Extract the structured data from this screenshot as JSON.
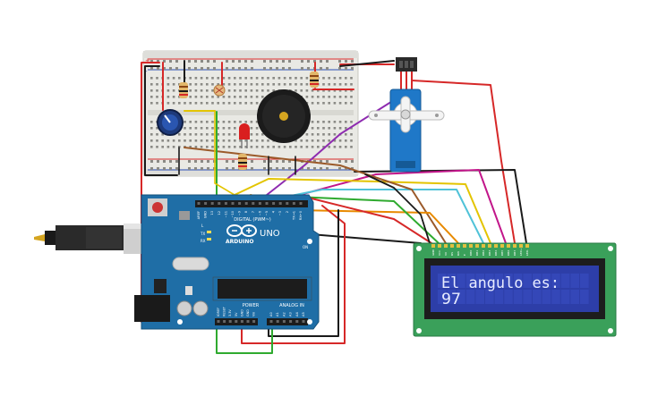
{
  "colors": {
    "board": "#1f6ea6",
    "breadboard": "#e9e9e4",
    "lcd_pcb": "#3aa05a",
    "lcd_screen": "#2d3ea8",
    "lcd_text": "#e8ecff",
    "servo": "#1f78c8",
    "wire_red": "#d62828",
    "wire_black": "#1a1a1a",
    "wire_green": "#2faa2f",
    "wire_yellow": "#e3c400",
    "wire_orange": "#e88a00",
    "wire_purple": "#8e2bb0",
    "wire_cyan": "#4fc2d8",
    "wire_brown": "#9b5a2a",
    "wire_magenta": "#c2168a"
  },
  "arduino": {
    "brand": "ARDUINO",
    "model": "UNO",
    "header_digital": "DIGITAL (PWM~)",
    "header_analog": "ANALOG IN",
    "header_power": "POWER",
    "label_tx": "TX",
    "label_rx": "RX",
    "label_l": "L",
    "label_on": "ON",
    "digital_pins": [
      "AREF",
      "GND",
      "13",
      "12",
      "~11",
      "~10",
      "~9",
      "8",
      "7",
      "~6",
      "~5",
      "4",
      "~3",
      "2",
      "TX→1",
      "RX←0"
    ],
    "power_pins": [
      "IOREF",
      "RESET",
      "3.3V",
      "5V",
      "GND",
      "GND",
      "Vin"
    ],
    "analog_pins": [
      "A0",
      "A1",
      "A2",
      "A3",
      "A4",
      "A5"
    ]
  },
  "lcd": {
    "line1": "El angulo es:",
    "line2": "97",
    "pin_labels": [
      "GND",
      "VCC",
      "V0",
      "RS",
      "RW",
      "E",
      "DB0",
      "DB1",
      "DB2",
      "DB3",
      "DB4",
      "DB5",
      "DB6",
      "DB7",
      "LED+",
      "LED-"
    ]
  },
  "breadboard": {
    "rail_plus": "+",
    "rail_minus": "-"
  },
  "components": {
    "potentiometer": "potentiometer-icon",
    "buzzer": "buzzer-icon",
    "photoresistor": "photoresistor-icon",
    "led": "led-icon",
    "servo": "servo-icon",
    "usb": "usb-cable-icon"
  }
}
